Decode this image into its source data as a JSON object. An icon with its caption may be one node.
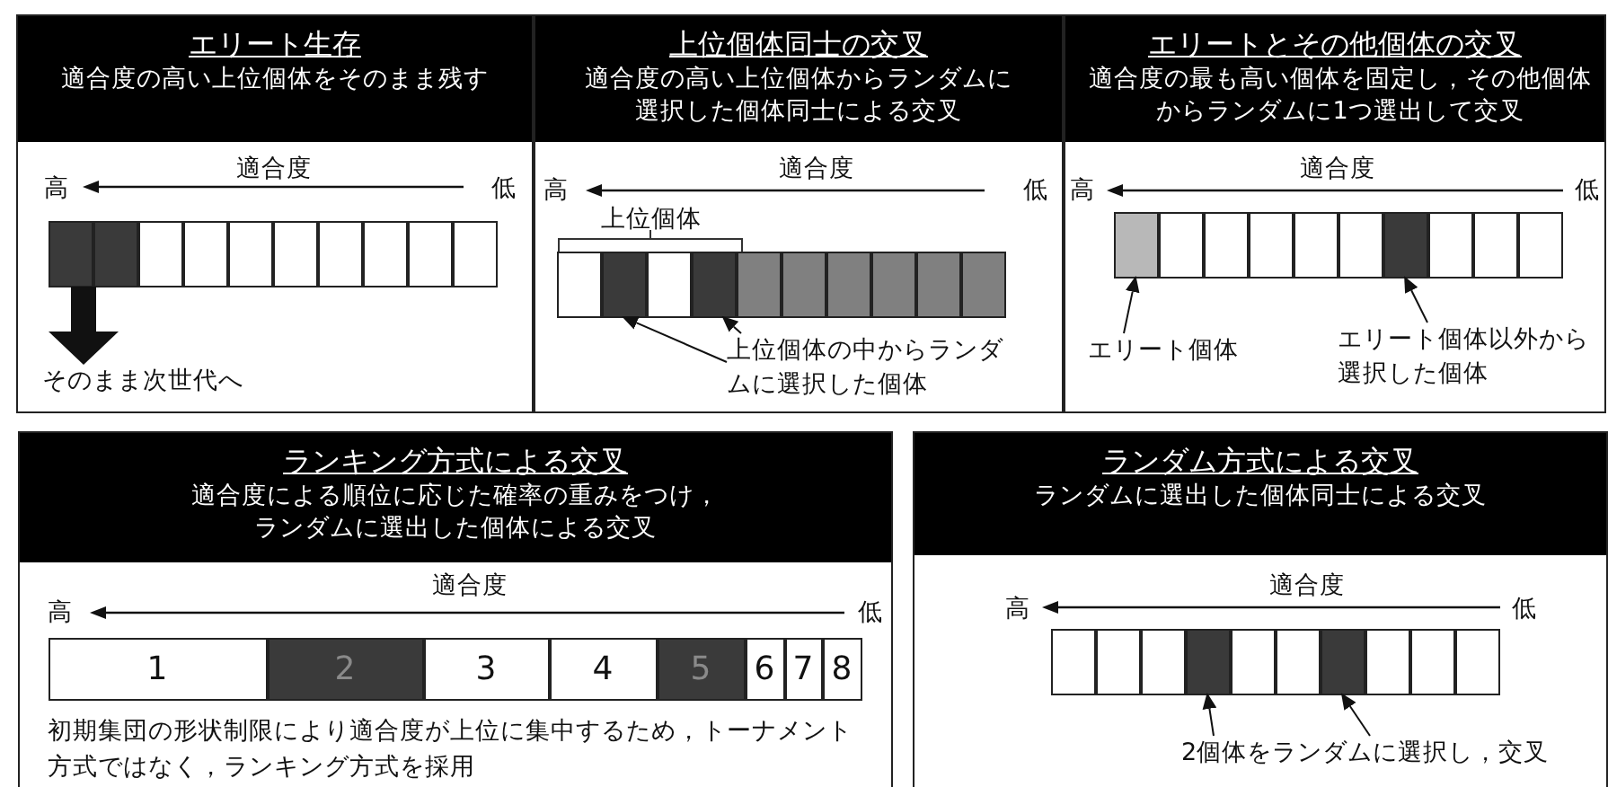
{
  "diagram": {
    "nodes": [
      {
        "text": [
          "エリート生存",
          "適合度の高い上位個体をそのまま残す"
        ]
      },
      {
        "text": [],
        "shape": "box",
        "in": 0
      },
      {
        "text": [],
        "shape": "box",
        "in": 0
      },
      {
        "text": [],
        "shape": "box",
        "in": 0
      },
      {
        "text": [],
        "shape": "box",
        "in": 0
      },
      {
        "text": [],
        "shape": "box",
        "in": 0
      },
      {
        "text": [],
        "shape": "box",
        "in": 0
      },
      {
        "text": [],
        "shape": "box",
        "in": 0
      },
      {
        "text": [],
        "shape": "box",
        "in": 0
      },
      {
        "text": [],
        "shape": "box",
        "in": 0
      },
      {
        "text": [],
        "shape": "box",
        "in": 0
      },
      {
        "text": [
          "そのまま次世代へ"
        ],
        "in": 0
      },
      {
        "text": [
          "上位個体同士の交叉",
          "適合度の高い上位個体からランダムに選択した個体同士による交叉"
        ]
      },
      {
        "text": [],
        "shape": "box",
        "in": 12
      },
      {
        "text": [],
        "shape": "box",
        "in": 12
      },
      {
        "text": [],
        "shape": "box",
        "in": 12
      },
      {
        "text": [],
        "shape": "box",
        "in": 12
      },
      {
        "text": [],
        "shape": "box",
        "in": 12
      },
      {
        "text": [],
        "shape": "box",
        "in": 12
      },
      {
        "text": [],
        "shape": "box",
        "in": 12
      },
      {
        "text": [],
        "shape": "box",
        "in": 12
      },
      {
        "text": [],
        "shape": "box",
        "in": 12
      },
      {
        "text": [],
        "shape": "box",
        "in": 12
      },
      {
        "text": [
          "上位個体の中からランダムに選択した個体"
        ],
        "in": 12
      },
      {
        "text": [
          "エリートとその他個体の交叉",
          "適合度の最も高い個体を固定し，その他個体からランダムに1つ選出して交叉"
        ]
      },
      {
        "text": [],
        "shape": "box",
        "in": 24
      },
      {
        "text": [],
        "shape": "box",
        "in": 24
      },
      {
        "text": [],
        "shape": "box",
        "in": 24
      },
      {
        "text": [],
        "shape": "box",
        "in": 24
      },
      {
        "text": [],
        "shape": "box",
        "in": 24
      },
      {
        "text": [],
        "shape": "box",
        "in": 24
      },
      {
        "text": [],
        "shape": "box",
        "in": 24
      },
      {
        "text": [],
        "shape": "box",
        "in": 24
      },
      {
        "text": [],
        "shape": "box",
        "in": 24
      },
      {
        "text": [],
        "shape": "box",
        "in": 24
      },
      {
        "text": [
          "エリート個体"
        ],
        "in": 24
      },
      {
        "text": [
          "エリート個体以外から選択した個体"
        ],
        "in": 24
      },
      {
        "text": [
          "ランキング方式による交叉",
          "適合度による順位に応じた確率の重みをつけ，ランダムに選出した個体による交叉"
        ]
      },
      {
        "text": [
          "1"
        ],
        "in": 37
      },
      {
        "text": [
          "2"
        ],
        "in": 37
      },
      {
        "text": [
          "3"
        ],
        "in": 37
      },
      {
        "text": [
          "4"
        ],
        "in": 37
      },
      {
        "text": [
          "5"
        ],
        "in": 37
      },
      {
        "text": [
          "6"
        ],
        "in": 37
      },
      {
        "text": [
          "7"
        ],
        "in": 37
      },
      {
        "text": [
          "8"
        ],
        "in": 37
      },
      {
        "text": [
          "ランダム方式による交叉",
          "ランダムに選出した個体同士による交叉"
        ]
      },
      {
        "text": [],
        "shape": "box",
        "in": 46
      },
      {
        "text": [],
        "shape": "box",
        "in": 46
      },
      {
        "text": [],
        "shape": "box",
        "in": 46
      },
      {
        "text": [],
        "shape": "box",
        "in": 46
      },
      {
        "text": [],
        "shape": "box",
        "in": 46
      },
      {
        "text": [],
        "shape": "box",
        "in": 46
      },
      {
        "text": [],
        "shape": "box",
        "in": 46
      },
      {
        "text": [],
        "shape": "box",
        "in": 46
      },
      {
        "text": [],
        "shape": "box",
        "in": 46
      },
      {
        "text": [],
        "shape": "box",
        "in": 46
      },
      {
        "text": [
          "2個体をランダムに選択し，交叉"
        ],
        "in": 46
      }
    ],
    "edges": [
      {
        "from": 1,
        "to": 11,
        "arrow": "to",
        "style": "thick"
      },
      {
        "from": 23,
        "to": 14,
        "arrow": "to"
      },
      {
        "from": 23,
        "to": 16,
        "arrow": "to"
      },
      {
        "from": 35,
        "to": 25,
        "arrow": "to"
      },
      {
        "from": 36,
        "to": 31,
        "arrow": "to"
      },
      {
        "from": 57,
        "to": 50,
        "arrow": "to"
      },
      {
        "from": 57,
        "to": 53,
        "arrow": "to"
      }
    ],
    "labels": [
      "適合度",
      "高",
      "低",
      "適合度",
      "高",
      "低",
      "上位個体",
      "適合度",
      "高",
      "低",
      "適合度",
      "高",
      "低",
      "初期集団の形状制限により適合度が上位に集中するため，トーナメント方式ではなく，ランキング方式を採用",
      "適合度",
      "高",
      "低"
    ]
  }
}
